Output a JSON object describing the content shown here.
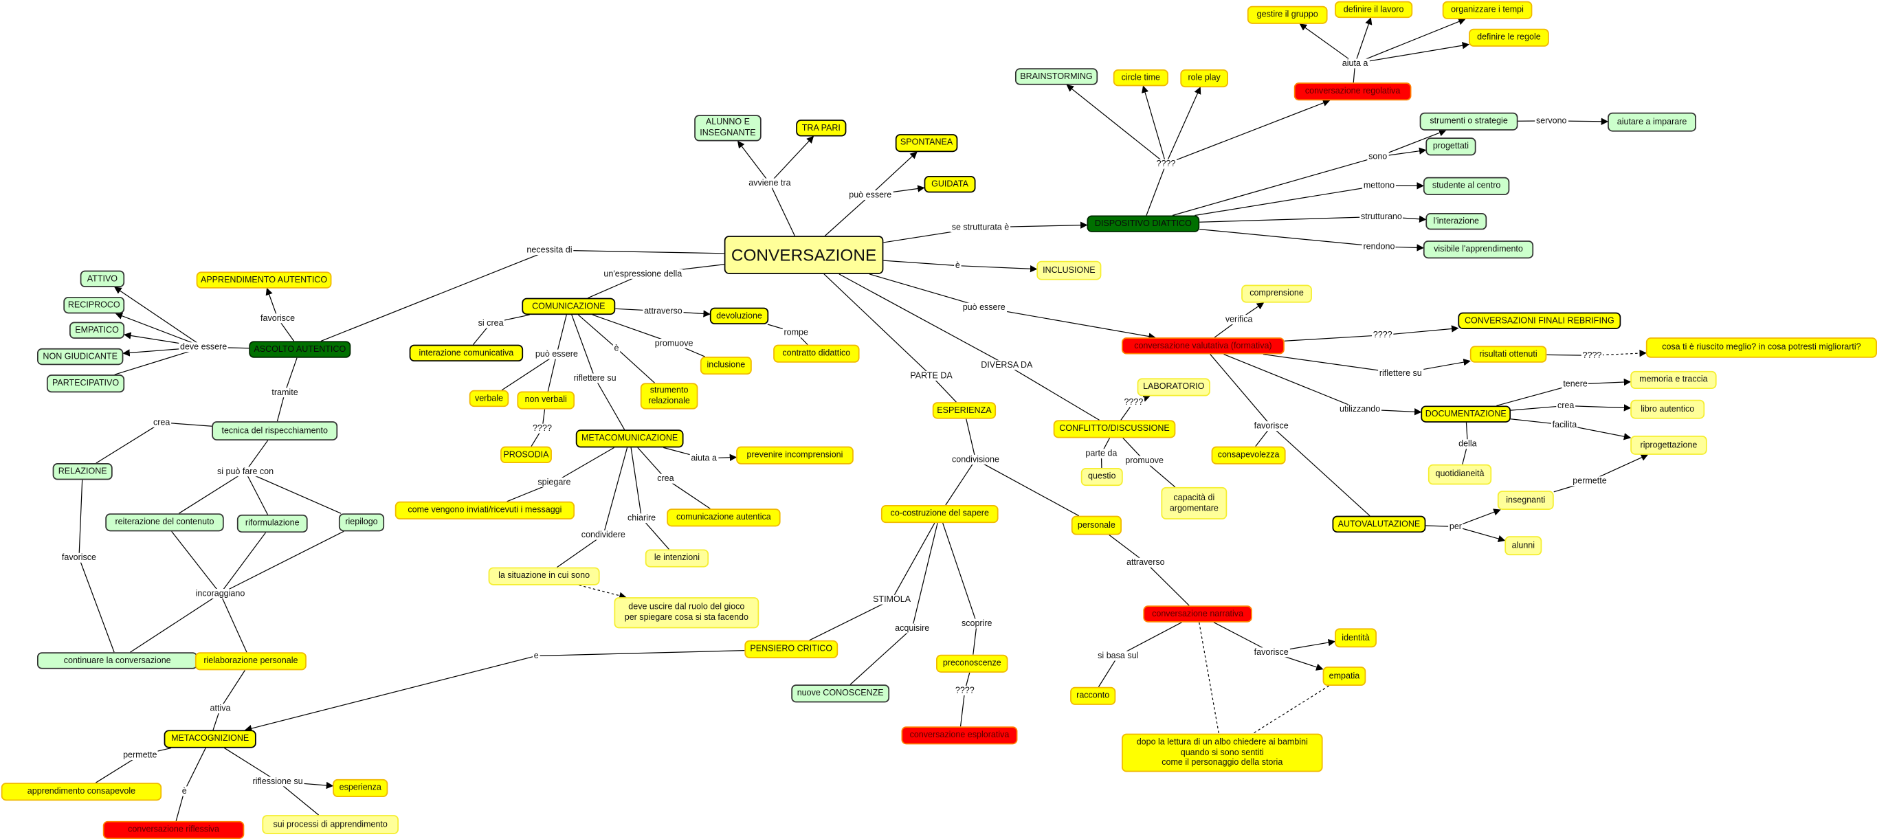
{
  "colors": {
    "yellow": "#ffff00",
    "pale_yellow": "#ffff99",
    "green": "#ccffcc",
    "dark_green": "#007000",
    "red": "#ff0000"
  },
  "concepts": [
    {
      "text": "CONVERSAZIONE"
    },
    {
      "text": "ALUNNO E\nINSEGNANTE"
    },
    {
      "text": "TRA PARI"
    },
    {
      "text": "SPONTANEA"
    },
    {
      "text": "GUIDATA"
    },
    {
      "text": "DISPOSITIVO DIATTICO"
    },
    {
      "text": "INCLUSIONE"
    },
    {
      "text": "BRAINSTORMING"
    },
    {
      "text": "circle time"
    },
    {
      "text": "role play"
    },
    {
      "text": "conversazione regolativa"
    },
    {
      "text": "gestire il gruppo"
    },
    {
      "text": "definire il lavoro"
    },
    {
      "text": "organizzare i tempi"
    },
    {
      "text": "definire le regole"
    },
    {
      "text": "strumenti o strategie"
    },
    {
      "text": "aiutare a imparare"
    },
    {
      "text": "progettati"
    },
    {
      "text": "studente al centro"
    },
    {
      "text": "l'interazione"
    },
    {
      "text": "visibile l'apprendimento"
    },
    {
      "text": "comprensione"
    },
    {
      "text": "conversazione valutativa (formativa)"
    },
    {
      "text": "CONVERSAZIONI FINALI REBRIFING"
    },
    {
      "text": "risultati ottenuti"
    },
    {
      "text": "cosa ti è riuscito meglio? in cosa potresti migliorarti?"
    },
    {
      "text": "memoria e traccia"
    },
    {
      "text": "libro autentico"
    },
    {
      "text": "riprogettazione"
    },
    {
      "text": "DOCUMENTAZIONE"
    },
    {
      "text": "quotidianeità"
    },
    {
      "text": "insegnanti"
    },
    {
      "text": "alunni"
    },
    {
      "text": "AUTOVALUTAZIONE"
    },
    {
      "text": "consapevolezza"
    },
    {
      "text": "LABORATORIO"
    },
    {
      "text": "CONFLITTO/DISCUSSIONE"
    },
    {
      "text": "questio"
    },
    {
      "text": "capacità di\nargomentare"
    },
    {
      "text": "ESPERIENZA"
    },
    {
      "text": "co-costruzione del sapere"
    },
    {
      "text": "personale"
    },
    {
      "text": "conversazione narrativa"
    },
    {
      "text": "identità"
    },
    {
      "text": "empatia"
    },
    {
      "text": "racconto"
    },
    {
      "text": "dopo la lettura di un albo chiedere ai bambini\nquando si sono sentiti\ncome il personaggio della storia"
    },
    {
      "text": "PENSIERO CRITICO"
    },
    {
      "text": "nuove CONOSCENZE"
    },
    {
      "text": "preconoscenze"
    },
    {
      "text": "conversazione esplorativa"
    },
    {
      "text": "COMUNICAZIONE"
    },
    {
      "text": "devoluzione"
    },
    {
      "text": "contratto didattico"
    },
    {
      "text": "inclusione"
    },
    {
      "text": "strumento\nrelazionale"
    },
    {
      "text": "interazione comunicativa"
    },
    {
      "text": "verbale"
    },
    {
      "text": "non verbali"
    },
    {
      "text": "PROSODIA"
    },
    {
      "text": "METACOMUNICAZIONE"
    },
    {
      "text": "prevenire incomprensioni"
    },
    {
      "text": "come vengono inviati/ricevuti i messaggi"
    },
    {
      "text": "comunicazione autentica"
    },
    {
      "text": "le intenzioni"
    },
    {
      "text": "la situazione in cui sono"
    },
    {
      "text": "deve uscire dal ruolo del gioco\nper spiegare cosa si sta facendo"
    },
    {
      "text": "ASCOLTO AUTENTICO"
    },
    {
      "text": "APPRENDIMENTO AUTENTICO"
    },
    {
      "text": "ATTIVO"
    },
    {
      "text": "RECIPROCO"
    },
    {
      "text": "EMPATICO"
    },
    {
      "text": "NON GIUDICANTE"
    },
    {
      "text": "PARTECIPATIVO"
    },
    {
      "text": "tecnica del rispecchiamento"
    },
    {
      "text": "RELAZIONE"
    },
    {
      "text": "reiterazione del contenuto"
    },
    {
      "text": "riformulazione"
    },
    {
      "text": "riepilogo"
    },
    {
      "text": "continuare la conversazione"
    },
    {
      "text": "rielaborazione personale"
    },
    {
      "text": "METACOGNIZIONE"
    },
    {
      "text": "apprendimento consapevole"
    },
    {
      "text": "conversazione riflessiva"
    },
    {
      "text": "esperienza"
    },
    {
      "text": "sui processi di apprendimento"
    }
  ],
  "links": [
    "avviene tra",
    "può essere",
    "se strutturata è",
    "è",
    "può essere",
    "PARTE DA",
    "DIVERSA DA",
    "necessita di",
    "un'espressione della",
    "????",
    "aiuta a",
    "sono",
    "servono",
    "mettono",
    "strutturano",
    "rendono",
    "verifica",
    "????",
    "riflettere su",
    "????",
    "utilizzando",
    "favorisce",
    "tenere",
    "crea",
    "facilita",
    "della",
    "per",
    "permette",
    "????",
    "parte da",
    "promuove",
    "condivisione",
    "attraverso",
    "si basa sul",
    "favorisce",
    "STIMOLA",
    "acquisire",
    "scoprire",
    "????",
    "e",
    "si crea",
    "attraverso",
    "rompe",
    "promuove",
    "può essere",
    "è",
    "riflettere su",
    "????",
    "aiuta a",
    "spiegare",
    "crea",
    "chiarire",
    "condividere",
    "deve essere",
    "favorisce",
    "tramite",
    "crea",
    "si può fare con",
    "favorisce",
    "incoraggiano",
    "attiva",
    "permette",
    "è",
    "riflessione su"
  ]
}
